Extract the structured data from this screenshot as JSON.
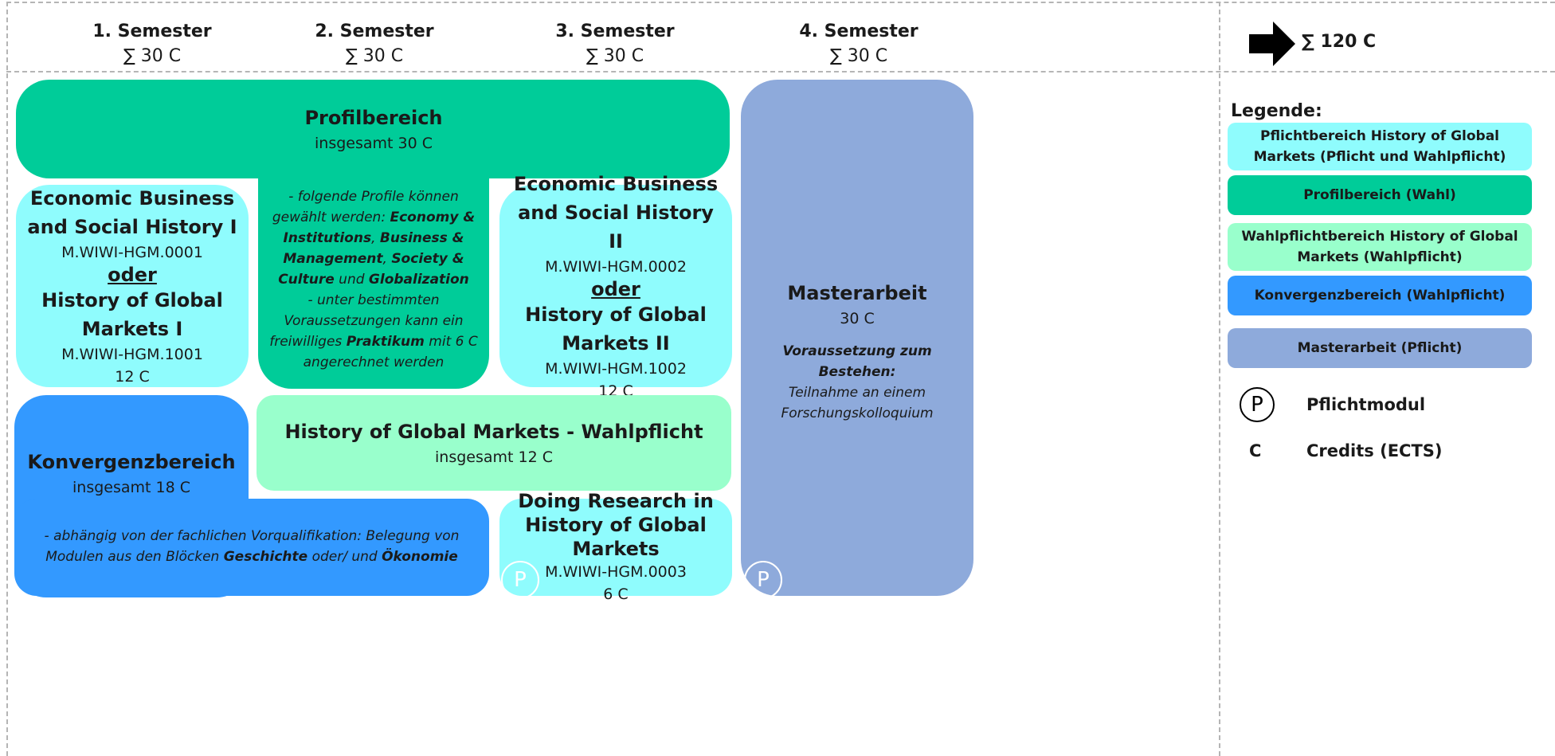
{
  "semesters": [
    {
      "title": "1. Semester",
      "credits": "∑ 30 C"
    },
    {
      "title": "2. Semester",
      "credits": "∑ 30 C"
    },
    {
      "title": "3. Semester",
      "credits": "∑ 30 C"
    },
    {
      "title": "4. Semester",
      "credits": "∑ 30 C"
    }
  ],
  "total": {
    "label": "∑ 120 C",
    "arrow_icon": "right-arrow-icon"
  },
  "colors": {
    "pflicht_hgm": "#8ffcfd",
    "profil": "#00cc99",
    "wahlpflicht_hgm": "#99ffcc",
    "konvergenz": "#3399ff",
    "masterarbeit": "#8eaadb"
  },
  "profil": {
    "title": "Profilbereich",
    "credits": "insgesamt 30 C",
    "line1": "- folgende Profile können gewählt werden:",
    "p1": "Economy & Institutions",
    "sep1": ", ",
    "p2": "Business & Management",
    "sep2": ",",
    "p3": "Society & Culture",
    "und": " und ",
    "p4": "Globalization",
    "line2": "- unter bestimmten Voraussetzungen kann ein freiwilliges",
    "praktikum": "Praktikum",
    "line3": " mit 6 C angerechnet werden"
  },
  "module1": {
    "title_a": "Economic Business and Social History I",
    "code_a": "M.WIWI-HGM.0001",
    "oder": "oder",
    "title_b": "History of Global Markets I",
    "code_b": "M.WIWI-HGM.1001",
    "credits": "12 C"
  },
  "module3": {
    "title_a": "Economic Business and Social History II",
    "code_a": "M.WIWI-HGM.0002",
    "oder": "oder",
    "title_b": "History of Global Markets II",
    "code_b": "M.WIWI-HGM.1002",
    "credits": "12 C"
  },
  "masterarbeit": {
    "title": "Masterarbeit",
    "credits": "30 C",
    "req_title": "Voraussetzung zum Bestehen:",
    "req_text": "Teilnahme an einem Forschungskolloquium",
    "badge": "P"
  },
  "wahlpflicht": {
    "title": "History of Global Markets - Wahlpflicht",
    "credits": "insgesamt 12 C"
  },
  "konvergenz": {
    "title": "Konvergenzbereich",
    "credits": "insgesamt 18 C",
    "text1": "- abhängig von der fachlichen Vorqualifikation: Belegung von Modulen aus den Blöcken",
    "b1": "Geschichte",
    "mid": " oder/ und ",
    "b2": "Ökonomie"
  },
  "research": {
    "title": "Doing Research in History of Global Markets",
    "code": "M.WIWI-HGM.0003",
    "credits": "6 C",
    "badge": "P"
  },
  "legend": {
    "title": "Legende:",
    "items": [
      "Pflichtbereich History of Global Markets (Pflicht und Wahlpflicht)",
      "Profilbereich (Wahl)",
      "Wahlpflichtbereich History of Global Markets (Wahlpflicht)",
      "Konvergenzbereich (Wahlpflicht)",
      "Masterarbeit (Pflicht)"
    ],
    "p_symbol": "P",
    "p_label": "Pflichtmodul",
    "c_symbol": "C",
    "c_label": "Credits (ECTS)"
  }
}
